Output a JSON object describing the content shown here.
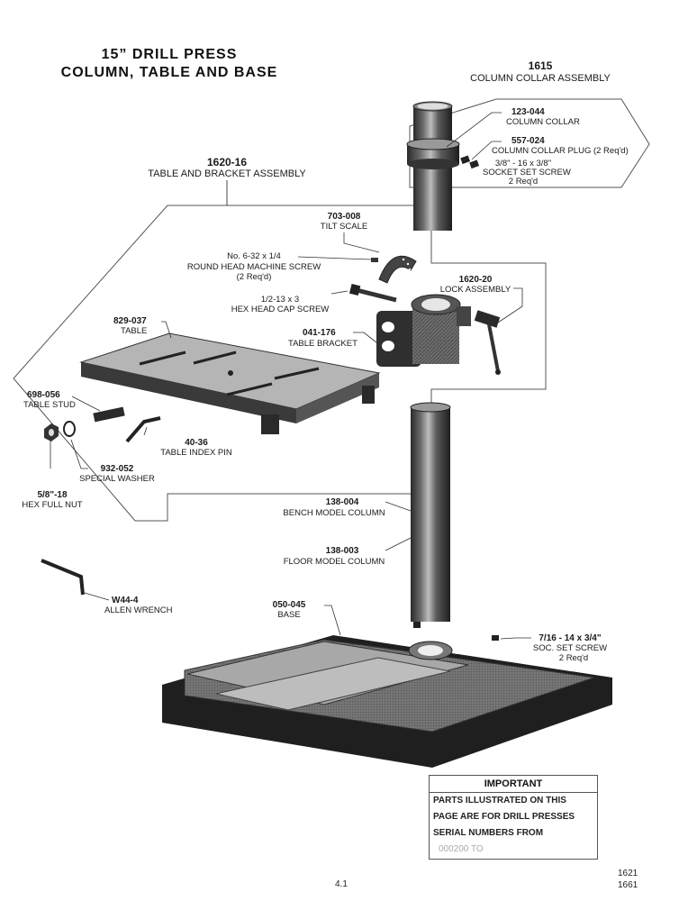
{
  "title": {
    "line1": "15” DRILL PRESS",
    "line2": "COLUMN, TABLE AND BASE"
  },
  "assemblies": {
    "collar": {
      "number": "1615",
      "name": "COLUMN COLLAR ASSEMBLY"
    },
    "table": {
      "number": "1620-16",
      "name": "TABLE AND BRACKET ASSEMBLY"
    }
  },
  "parts": {
    "column_collar": {
      "number": "123-044",
      "name": "COLUMN COLLAR"
    },
    "collar_plug": {
      "number": "557-024",
      "name": "COLUMN COLLAR PLUG (2 Req'd)"
    },
    "collar_set_screw": {
      "size": "3/8\" - 16 x 3/8\"",
      "name": "SOCKET SET SCREW",
      "qty": "2 Req'd"
    },
    "tilt_scale": {
      "number": "703-008",
      "name": "TILT SCALE"
    },
    "machine_screw": {
      "size": "No. 6-32 x 1/4",
      "name": "ROUND HEAD MACHINE SCREW",
      "qty": "(2 Req'd)"
    },
    "lock_assembly": {
      "number": "1620-20",
      "name": "LOCK ASSEMBLY"
    },
    "cap_screw": {
      "size": "1/2-13 x 3",
      "name": "HEX HEAD CAP SCREW"
    },
    "table_bracket": {
      "number": "041-176",
      "name": "TABLE BRACKET"
    },
    "table": {
      "number": "829-037",
      "name": "TABLE"
    },
    "table_stud": {
      "number": "698-056",
      "name": "TABLE STUD"
    },
    "index_pin": {
      "number": "40-36",
      "name": "TABLE INDEX PIN"
    },
    "special_washer": {
      "number": "932-052",
      "name": "SPECIAL WASHER"
    },
    "hex_nut": {
      "size": "5/8\"-18",
      "name": "HEX FULL NUT"
    },
    "bench_column": {
      "number": "138-004",
      "name": "BENCH MODEL COLUMN"
    },
    "floor_column": {
      "number": "138-003",
      "name": "FLOOR MODEL COLUMN"
    },
    "allen_wrench": {
      "number": "W44-4",
      "name": "ALLEN WRENCH"
    },
    "base": {
      "number": "050-045",
      "name": "BASE"
    },
    "base_set_screw": {
      "size": "7/16 - 14 x 3/4\"",
      "name": "SOC. SET SCREW",
      "qty": "2 Req'd"
    }
  },
  "important": {
    "heading": "IMPORTANT",
    "line1": "PARTS ILLUSTRATED ON THIS",
    "line2": "PAGE ARE FOR DRILL PRESSES",
    "line3": "SERIAL NUMBERS FROM",
    "line4": "000200 TO"
  },
  "footer": {
    "page": "4.1",
    "model1": "1621",
    "model2": "1661"
  }
}
